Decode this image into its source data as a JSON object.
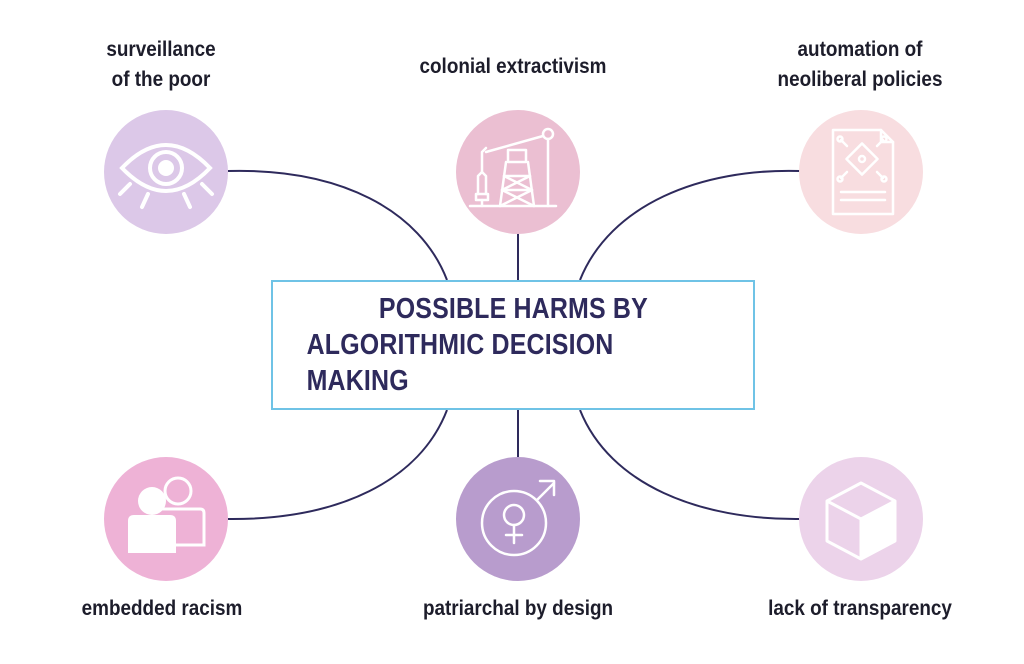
{
  "center": {
    "line1": "POSSIBLE HARMS BY",
    "line2": "ALGORITHMIC DECISION MAKING"
  },
  "nodes": {
    "surveillance": {
      "line1": "surveillance",
      "line2": "of the poor",
      "icon": "eye-icon",
      "color": "#dcc8e8"
    },
    "colonial": {
      "line1": "colonial extractivism",
      "icon": "oil-pump-icon",
      "color": "#ebbfd2"
    },
    "automation": {
      "line1": "automation of",
      "line2": "neoliberal policies",
      "icon": "ai-document-icon",
      "color": "#f8dde0"
    },
    "racism": {
      "line1": "embedded racism",
      "icon": "people-icon",
      "color": "#eeb2d6"
    },
    "patriarchal": {
      "line1": "patriarchal by design",
      "icon": "gender-symbol-icon",
      "color": "#b89ccd"
    },
    "transparency": {
      "line1": "lack of transparency",
      "icon": "cube-icon",
      "color": "#ecd3ea"
    }
  },
  "colors": {
    "connector": "#2e2a5c",
    "box_border": "#6fc3e6",
    "title_text": "#2e2a5c"
  }
}
